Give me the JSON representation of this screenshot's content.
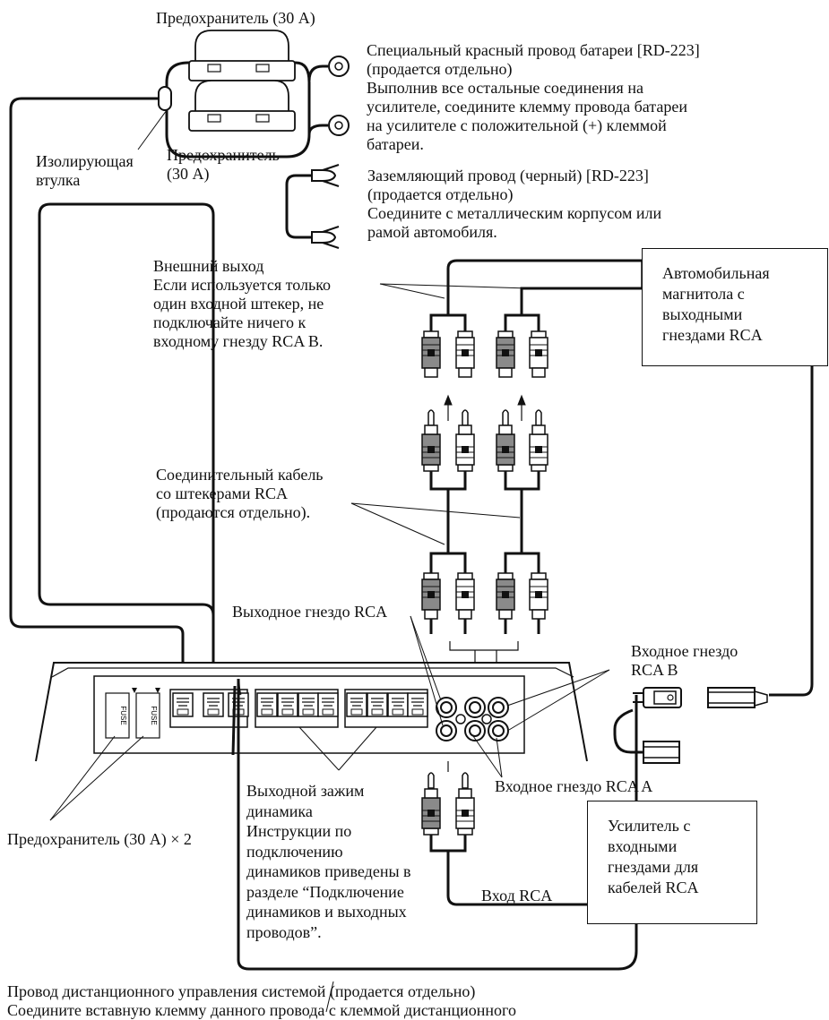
{
  "fuse_top": "Предохранитель (30 А)",
  "fuse_lower": [
    "Предохранитель",
    "(30 А)"
  ],
  "insulating_bushing": [
    "Изолирующая",
    "втулка"
  ],
  "red_wire": [
    "Специальный красный провод батареи [RD-223]",
    "(продается отдельно)",
    "Выполнив все остальные соединения на",
    "усилителе, соедините клемму провода батареи",
    "на усилителе с положительной (+) клеммой",
    "батареи."
  ],
  "ground_wire": [
    "Заземляющий провод (черный) [RD-223]",
    "(продается отдельно)",
    "Соедините с металлическим корпусом или",
    "рамой автомобиля."
  ],
  "external_output": [
    "Внешний выход",
    "Если используется только",
    "один входной штекер, не",
    "подключайте ничего к",
    "входному гнезду RCA B."
  ],
  "head_unit_box": [
    "Автомобильная",
    "магнитола с",
    "выходными",
    "гнездами RCA"
  ],
  "rca_cable": [
    "Соединительный кабель",
    "со штекерами RCA",
    "(продаются отдельно)."
  ],
  "rca_output_jack": "Выходное гнездо RCA",
  "rca_input_b": [
    "Входное гнездо",
    "RCA B"
  ],
  "rca_input_a": "Входное гнездо RCA A",
  "fuse_x2": "Предохранитель (30 A) × 2",
  "speaker_terminal": [
    "Выходной зажим",
    "динамика",
    "Инструкции по",
    "подключению",
    "динамиков приведены в",
    "разделе “Подключение",
    "динамиков и выходных",
    "проводов”."
  ],
  "amp_box": [
    "Усилитель с",
    "входными",
    "гнездами для",
    "кабелей RCA"
  ],
  "rca_input": "Вход RCA",
  "remote_wire": [
    "Провод дистанционного управления системой (продается отдельно)",
    "Соедините вставную клемму данного провода с клеммой дистанционного"
  ],
  "fuse_label": "FUSE"
}
